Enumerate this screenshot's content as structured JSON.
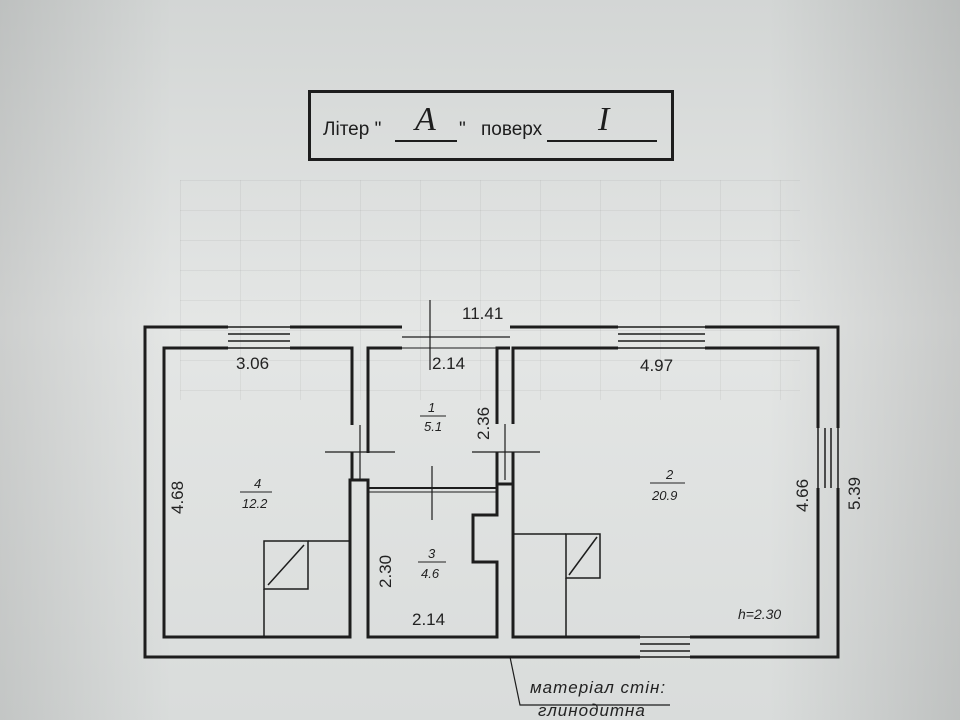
{
  "header": {
    "liter_label": "Літер \"",
    "liter_close": "\"",
    "liter_value": "А",
    "floor_label": "поверх",
    "floor_value": "I"
  },
  "dimensions": {
    "overall_width": "11.41",
    "left_room_width": "3.06",
    "corridor_width": "2.14",
    "right_room_width": "4.97",
    "left_room_height": "4.68",
    "corridor_height": "2.36",
    "small_room_height": "2.30",
    "small_room_width": "2.14",
    "right_room_height_inner": "4.66",
    "right_room_height_outer": "5.39",
    "ceiling_height": "h=2.30"
  },
  "rooms": [
    {
      "number": "1",
      "area": "5.1"
    },
    {
      "number": "2",
      "area": "20.9"
    },
    {
      "number": "3",
      "area": "4.6"
    },
    {
      "number": "4",
      "area": "12.2"
    }
  ],
  "note": {
    "line1": "матеріал стін:",
    "line2": "глинодитна"
  },
  "colors": {
    "ink": "#1d1d1d",
    "paper": "#dfe1e0"
  }
}
